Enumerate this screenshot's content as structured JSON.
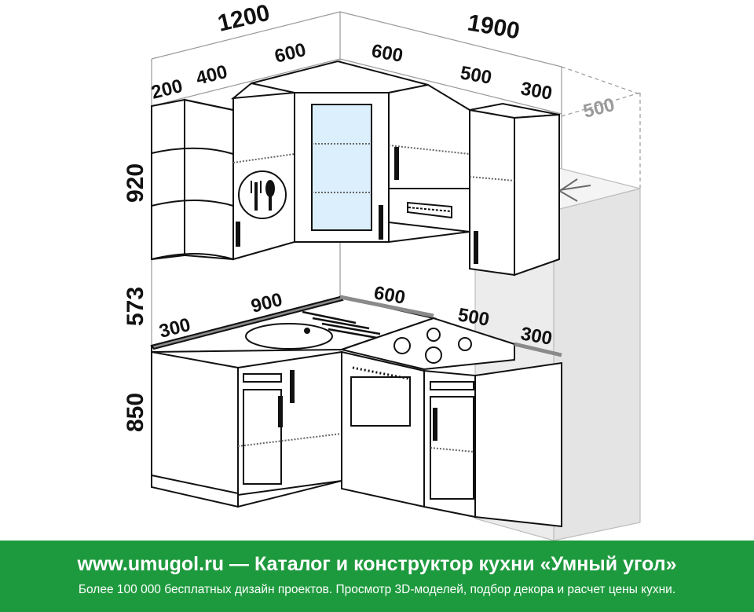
{
  "dimensions": {
    "width_top_left": "1200",
    "width_top_right": "1900",
    "upper_left_200": "200",
    "upper_left_400": "400",
    "upper_left_600": "600",
    "upper_right_600": "600",
    "upper_right_500": "500",
    "upper_right_300": "300",
    "fridge_depth": "500",
    "height_upper": "920",
    "height_gap": "573",
    "height_base": "850",
    "base_left_300": "300",
    "base_left_900": "900",
    "base_right_600": "600",
    "base_right_500": "500",
    "base_right_300": "300"
  },
  "footer": {
    "site": "www.umugol.ru",
    "separator": "—",
    "title": "Каталог и конструктор кухни «Умный угол»",
    "subtitle": "Более 100 000 бесплатных дизайн проектов. Просмотр 3D-моделей, подбор декора и расчет цены кухни."
  },
  "colors": {
    "footer_bg": "#1e9a3e",
    "line": "#111111",
    "ghost": "#9a9a9a",
    "fridge_fill": "#ececec",
    "glass": "#dceffc"
  }
}
